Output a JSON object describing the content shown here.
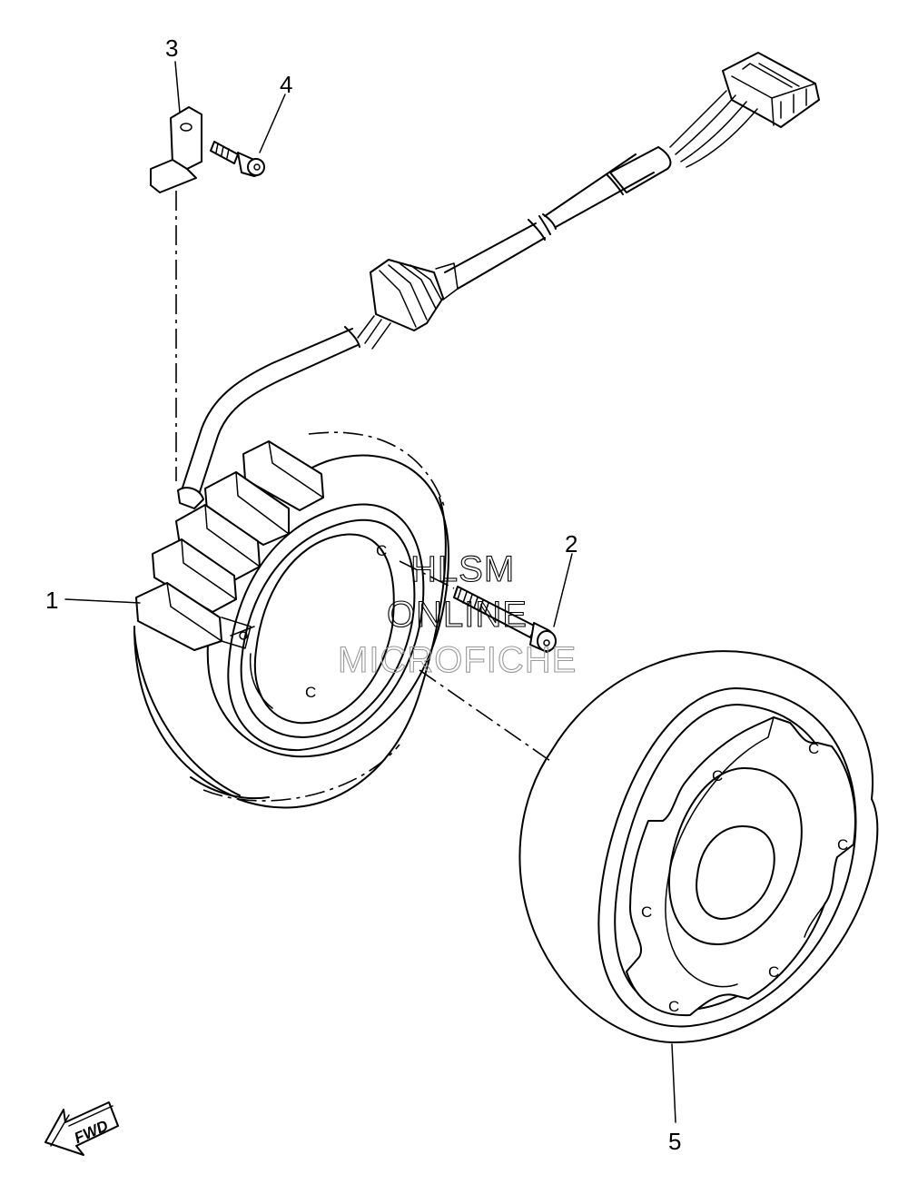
{
  "callouts": [
    {
      "id": "1",
      "label": "1"
    },
    {
      "id": "2",
      "label": "2"
    },
    {
      "id": "3",
      "label": "3"
    },
    {
      "id": "4",
      "label": "4"
    },
    {
      "id": "5",
      "label": "5"
    }
  ],
  "watermark": {
    "line1": "HLSM",
    "line2": "ONLINE",
    "line3": "MICROFICHE"
  },
  "direction_badge": "FWD",
  "hole_mark": "C"
}
